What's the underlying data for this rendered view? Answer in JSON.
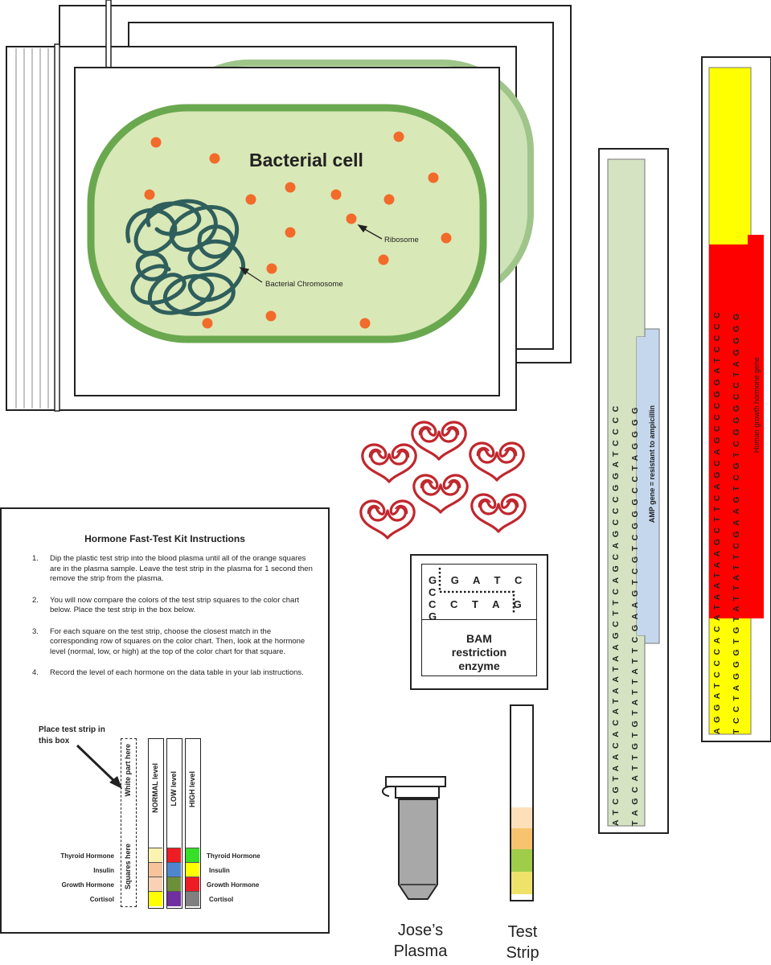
{
  "bacterial_cell": {
    "title": "Bacterial cell",
    "ribosome_label": "Ribosome",
    "chromosome_label": "Bacterial Chromosome",
    "colors": {
      "cell_fill": "#d9e8b7",
      "cell_border": "#6aa84f",
      "ribosome": "#f26b2a",
      "chromosome": "#2f5f5c"
    }
  },
  "instructions": {
    "title": "Hormone Fast-Test Kit Instructions",
    "steps": [
      {
        "num": "1.",
        "text": "Dip the plastic test strip into the blood plasma until all of the orange squares are in the plasma sample.  Leave the test strip in the plasma for 1 second then remove the strip from the plasma."
      },
      {
        "num": "2.",
        "text": "You will now compare the colors of the test strip squares to the color chart below.  Place the test strip in the box below."
      },
      {
        "num": "3.",
        "text": "For each square on the test strip, choose the closest match in the corresponding row of squares on the color chart.  Then, look at the hormone level (normal, low, or high) at the top of the color chart for that square."
      },
      {
        "num": "4.",
        "text": "Record the level of each hormone on the data table in your lab instructions."
      }
    ],
    "place_label": "Place test strip in this box",
    "white_part": "White part here",
    "squares_here": "Squares here",
    "levels": [
      "NORMAL level",
      "LOW level",
      "HIGH level"
    ],
    "hormones": [
      "Thyroid Hormone",
      "Insulin",
      "Growth Hormone",
      "Cortisol"
    ],
    "chart_colors": {
      "normal": [
        "#fdf3b0",
        "#f6c39a",
        "#f9d2b5",
        "#ffff00"
      ],
      "low": [
        "#ee1c25",
        "#4f87cf",
        "#6e8f3a",
        "#7030a0"
      ],
      "high": [
        "#35e026",
        "#ffff00",
        "#ee1c25",
        "#808080"
      ]
    }
  },
  "bam_enzyme": {
    "top_seq": "G G A T C C",
    "bottom_seq": "C C T A G G",
    "name_lines": [
      "BAM",
      "restriction",
      "enzyme"
    ]
  },
  "plasma_tube": {
    "label_lines": [
      "Jose’s",
      "Plasma"
    ]
  },
  "test_strip": {
    "label_lines": [
      "Test",
      "Strip"
    ],
    "square_colors": [
      "#fde0b9",
      "#f7c36e",
      "#9fcd4a",
      "#efe26a"
    ]
  },
  "amp_strip": {
    "top_seq": "ATCGTAACACATAATAAGCTTCAGCAGCCCGGATCCCC",
    "bottom_seq": "TAGCATTGTGTATTATTCGAAGTCGTCGGGCCTAGGGG",
    "gene_label": "AMP gene = resistant to ampicillin",
    "colors": {
      "green": "#d5e3c3",
      "blue": "#c4d7ed"
    }
  },
  "hgh_strip": {
    "top_seq": "AGGATCCCACATAATAAGCTTCAGCAGCCCGGATCCCC",
    "bottom_seq": "TCCTAGGGTGTATTATTCGAAGTCGTCGGGCCTAGGGG",
    "gene_label": "Human growth hormone gene",
    "colors": {
      "yellow": "#ffff00",
      "red": "#ff0000"
    }
  }
}
